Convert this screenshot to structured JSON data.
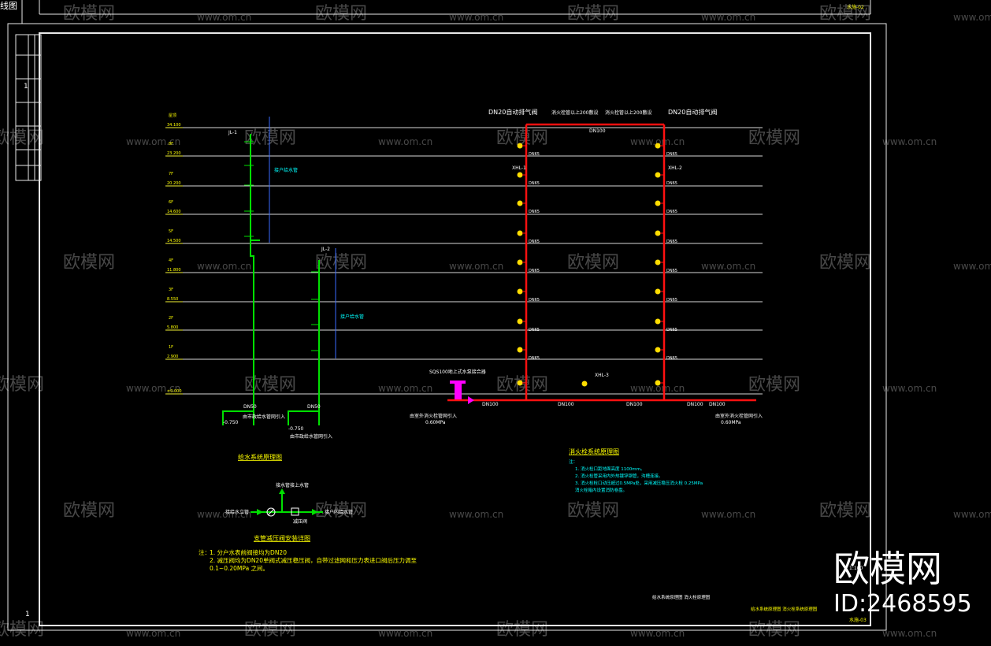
{
  "corner_label": "线图",
  "sheet_codes": {
    "top": "水施-02",
    "bottom": "水施-03"
  },
  "scale": "1:100",
  "frame_marks": [
    "1",
    "1"
  ],
  "watermark": {
    "brand": "欧模网",
    "url": "www.om.cn",
    "id": "ID:2468595"
  },
  "floor_levels": [
    "34.100",
    "23.200",
    "20.200",
    "14.600",
    "14.500",
    "11.800",
    "8.550",
    "5.800",
    "2.900",
    "±0.000"
  ],
  "floor_names": [
    "屋顶",
    "8F",
    "7F",
    "6F",
    "5F",
    "4F",
    "3F",
    "2F",
    "1F"
  ],
  "water_supply": {
    "title": "给水系统原理图",
    "riser_labels": [
      "JL-1",
      "JL-2"
    ],
    "annotation": "接户给水管",
    "pipe_size": "DN50",
    "inlet_level": "-0.750",
    "inlet_note": "由市政给水管网引入"
  },
  "valve_detail": {
    "title": "支管减压阀安装详图",
    "top_label": "接水管接上水管",
    "left_label": "接给水立管",
    "right_label": "接户内给水管",
    "valve_label": "减压阀"
  },
  "supply_notes": {
    "prefix": "注：",
    "items": [
      "1.  分户水表前阀接均为DN20",
      "2.  减压阀均为DN20单阀式减压稳压阀，自带过滤网和压力表进口阀后压力调至",
      "     0.1~0.20MPa 之间。"
    ]
  },
  "fire_system": {
    "title": "消火栓系统原理图",
    "top_labels": [
      "DN20自动排气阀",
      "消火栓管以上200敷设",
      "消火栓管以上200敷设",
      "DN20自动排气阀"
    ],
    "riser_labels": [
      "XHL-1",
      "XHL-2",
      "XHL-3"
    ],
    "riser_size": "DN65",
    "header_size": "DN100",
    "bottom_sizes": [
      "DN100",
      "DN100",
      "DN100",
      "DN100",
      "DN100"
    ],
    "inlet_note": "由室外消火栓管网引入",
    "pressure": "0.60MPa",
    "pump_label": "SQS100地上式水泵接合器",
    "notes_prefix": "注：",
    "notes": [
      "1.  消火栓口距地面高度 1100mm。",
      "2.  消火栓管采用内外热镀锌钢管，沟槽连接。",
      "3.  消火栓栓口动压超过0.5MPa处，采用减压稳压消火栓 0.25MPa",
      "     消火栓箱内设置消防卷盘。"
    ]
  },
  "title_block": {
    "drawing_name": "给水系统原理图 消火栓系统原理图",
    "description": "给水系统原理图 消火栓原理图"
  }
}
